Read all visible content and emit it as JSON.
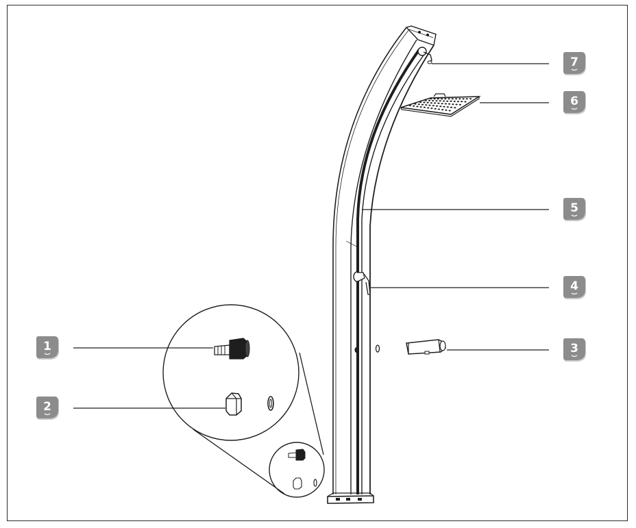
{
  "diagram": {
    "callouts": [
      {
        "number": "1"
      },
      {
        "number": "2"
      },
      {
        "number": "3"
      },
      {
        "number": "4"
      },
      {
        "number": "5"
      },
      {
        "number": "6"
      },
      {
        "number": "7"
      }
    ],
    "colors": {
      "stroke": "#1e1e1e",
      "badge": "#8c8c8c",
      "badge_shadow": "#c9c9c9",
      "frame": "#2b2b2b"
    }
  }
}
